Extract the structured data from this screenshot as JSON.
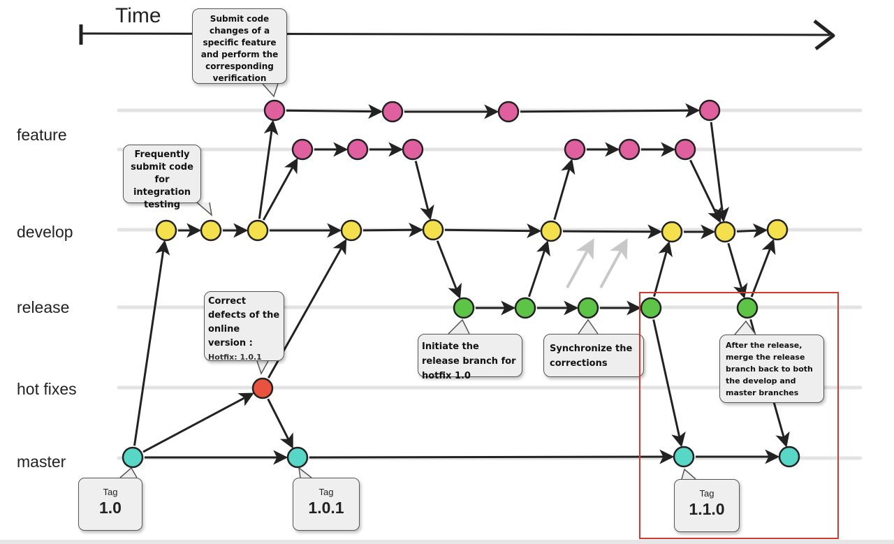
{
  "title": "Time",
  "lanes": {
    "feature": "feature",
    "develop": "develop",
    "release": "release",
    "hotfixes": "hot fixes",
    "master": "master"
  },
  "callouts": {
    "feature_commit": "Submit code changes of a specific feature and perform the corresponding verification",
    "frequent_submit": "Frequently submit code for integration testing",
    "hotfix_desc": "Correct defects of the online version :",
    "hotfix_version": "Hotfix: 1.0.1",
    "release_start": "Initiate the release branch for hotfix 1.0",
    "sync": "Synchronize the corrections",
    "after_release": "After the release, merge the release branch back to both the develop and master branches"
  },
  "tags": [
    {
      "label": "Tag",
      "version": "1.0"
    },
    {
      "label": "Tag",
      "version": "1.0.1"
    },
    {
      "label": "Tag",
      "version": "1.1.0"
    }
  ],
  "colors": {
    "feature": "#e0609f",
    "develop": "#f4df4d",
    "release": "#5ec448",
    "hotfix": "#e8523f",
    "master": "#58d6c6",
    "highlight": "#d23a2f"
  }
}
